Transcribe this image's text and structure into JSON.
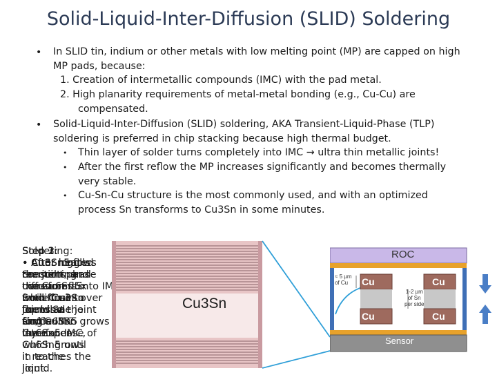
{
  "title": "Solid-Liquid-Inter-Diffusion (SLID) Soldering",
  "bullets": {
    "b1_line1": "In SLID tin, indium or other metals with low melting point (MP) are capped on high",
    "b1_line2": "MP pads, because:",
    "b1_n1": "1.  Creation of intermetallic compounds (IMC) with the pad metal.",
    "b1_n2a": "2.  High planarity requirements of metal-metal bonding (e.g., Cu-Cu) are",
    "b1_n2b": "compensated.",
    "b2_line1": "Solid-Liquid-Inter-Diffusion (SLID) soldering, AKA Transient-Liquid-Phase (TLP)",
    "b2_line2": "soldering is  preferred in chip stacking because high thermal budget.",
    "s1": "Thin layer of solder turns completely into IMC → ultra thin metallic joints!",
    "s2a": "After the first reflow the MP increases significantly and becomes thermally",
    "s2b": "very stable.",
    "s3a": "Cu-Sn-Cu structure is the most commonly used, and with an optimized",
    "s3b": "process Sn transforms to Cu3Sn in some minutes."
  },
  "steps": {
    "layer1": [
      "Step 1:",
      "• After heated",
      "Sn melts, and",
      "diffusion flux",
      "from Cu into",
      "liquid Sn",
      "forms",
      "Cu6Sn5 IMC,",
      "which grows",
      "in to the",
      "liquid."
    ],
    "layer2": [
      "Step 2:",
      "• Cu6Sn5 fills",
      "the joint, and",
      "consumes Sn",
      "while Cu3Sn",
      "forms at the",
      "Cu/Cu6Sn5",
      "interfaces."
    ],
    "layer3": [
      "Step 3:",
      "• Cu3Sn grows",
      "consuming",
      "the Cu6Sn5",
      "until final",
      "joint is a",
      "single IMC",
      "layer."
    ],
    "layer4": [
      "Soldering:",
      "• After long",
      "reaction phase",
      "transforms into IMC’s.",
      "Sn diffuses over",
      "the whole joint",
      "and Cu3Sn grows at",
      "the expense of",
      "Cu6Sn5 until",
      "it reaches the",
      "joint."
    ]
  },
  "middle_diagram": {
    "label": "Cu3Sn"
  },
  "right_diagram": {
    "roc": "ROC",
    "sensor": "Sensor",
    "cu": "Cu",
    "thickness_left_a": "≈ 5 µm",
    "thickness_left_b": "of Cu",
    "thickness_mid_a": "1-2 µm",
    "thickness_mid_b": "of Sn",
    "thickness_mid_c": "per side"
  },
  "colors": {
    "title": "#2b3a55",
    "roc": "#c9b8e8",
    "sensor": "#8f8f8f",
    "cu": "#9e6a5e",
    "sn": "#c8c8c8",
    "gold": "#e8a22b",
    "arrow": "#4a7ec6"
  }
}
